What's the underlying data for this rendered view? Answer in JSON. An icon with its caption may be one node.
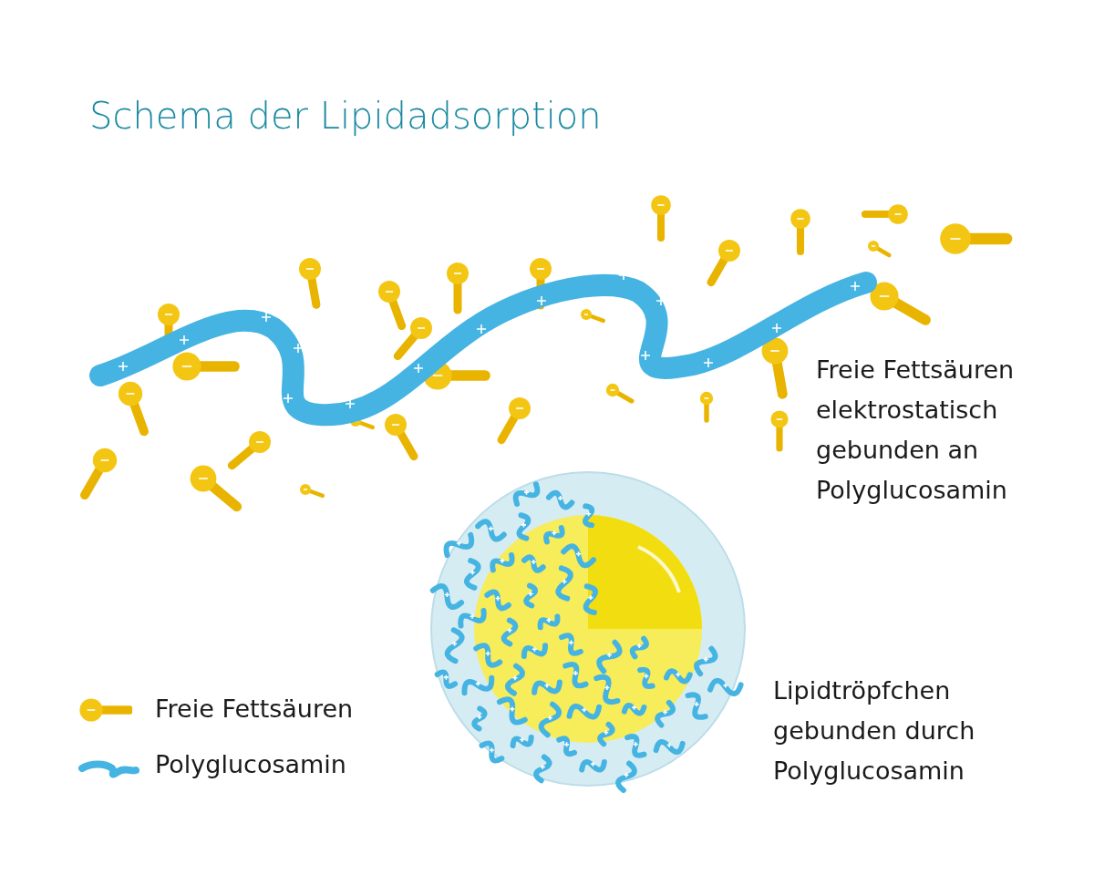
{
  "diagram": {
    "title": "Schema der Lipidadsorption",
    "labels": [
      "Freie Fettsäuren elektrostatisch gebunden an Polyglucosamin",
      "Lipidtröpfchen gebunden durch Polyglucosamin"
    ],
    "legend": [
      {
        "text": "Freie Fettsäuren"
      },
      {
        "text": "Polyglucosamin"
      }
    ]
  }
}
